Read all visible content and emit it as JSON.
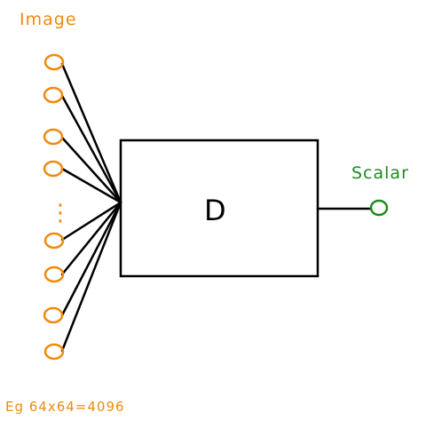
{
  "colors": {
    "input": "#f08a0c",
    "output": "#1f8a1f",
    "ink": "#000000"
  },
  "labels": {
    "input_title": "Image",
    "network": "D",
    "output_title": "Scalar",
    "example": "Eg 64x64=4096"
  },
  "ellipsis": "⋮"
}
